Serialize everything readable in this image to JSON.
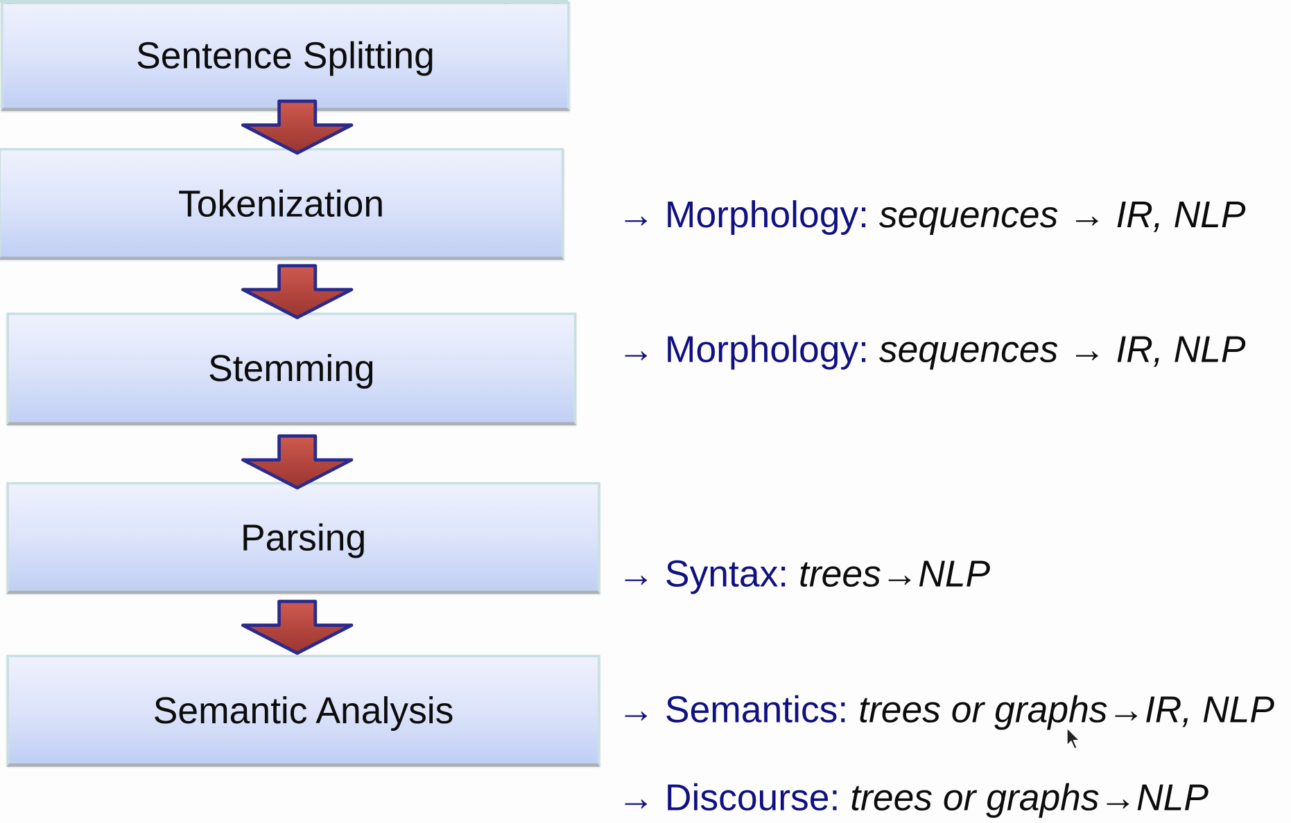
{
  "pipeline": {
    "steps": [
      "Sentence Splitting",
      "Tokenization",
      "Stemming",
      "Parsing",
      "Semantic Analysis"
    ]
  },
  "annotations": [
    {
      "arrow": "→ ",
      "key": "Morphology",
      "sep": ": ",
      "value": "sequences → IR, NLP"
    },
    {
      "arrow": "→ ",
      "key": "Morphology",
      "sep": ": ",
      "value": "sequences → IR, NLP"
    },
    {
      "arrow": "→ ",
      "key": "Syntax",
      "sep": ": ",
      "value": "trees→NLP"
    },
    {
      "arrow": "→ ",
      "key": "Semantics",
      "sep": ": ",
      "value": "trees or graphs→IR, NLP"
    },
    {
      "arrow": "→ ",
      "key": "Discourse",
      "sep": ": ",
      "value": "trees or graphs→NLP"
    }
  ],
  "colors": {
    "box_gradient_top": "#eef1fd",
    "box_gradient_bottom": "#c1cff4",
    "box_border": "#c8dfe0",
    "arrow_fill": "#b8463f",
    "arrow_outline": "#2a2a8c",
    "key_text": "#101082",
    "body_text": "#0c0c0c"
  },
  "icons": [
    "down-arrow-icon",
    "mouse-cursor-icon"
  ]
}
